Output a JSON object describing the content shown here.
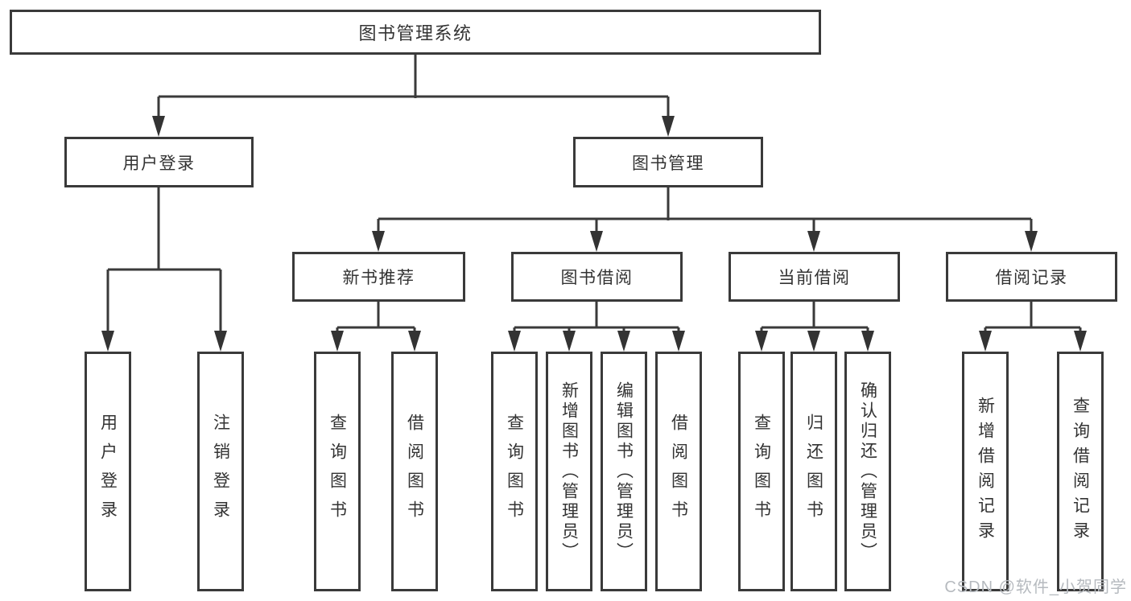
{
  "tree": {
    "root": {
      "label": "图书管理系统"
    },
    "branches": [
      {
        "label": "用户登录",
        "children": [
          {
            "label": "用户登录"
          },
          {
            "label": "注销登录"
          }
        ]
      },
      {
        "label": "图书管理",
        "modules": [
          {
            "label": "新书推荐",
            "children": [
              {
                "label": "查询图书"
              },
              {
                "label": "借阅图书"
              }
            ]
          },
          {
            "label": "图书借阅",
            "children": [
              {
                "label": "查询图书"
              },
              {
                "label": "新增图书（管理员）"
              },
              {
                "label": "编辑图书（管理员）"
              },
              {
                "label": "借阅图书"
              }
            ]
          },
          {
            "label": "当前借阅",
            "children": [
              {
                "label": "查询图书"
              },
              {
                "label": "归还图书"
              },
              {
                "label": "确认归还（管理员）"
              }
            ]
          },
          {
            "label": "借阅记录",
            "children": [
              {
                "label": "新增借阅记录"
              },
              {
                "label": "查询借阅记录"
              }
            ]
          }
        ]
      }
    ]
  },
  "watermark": "CSDN @软件_小贺同学",
  "colors": {
    "line": "#3a3a3a",
    "text": "#333333",
    "background": "#ffffff",
    "watermark": "#b6babf"
  }
}
